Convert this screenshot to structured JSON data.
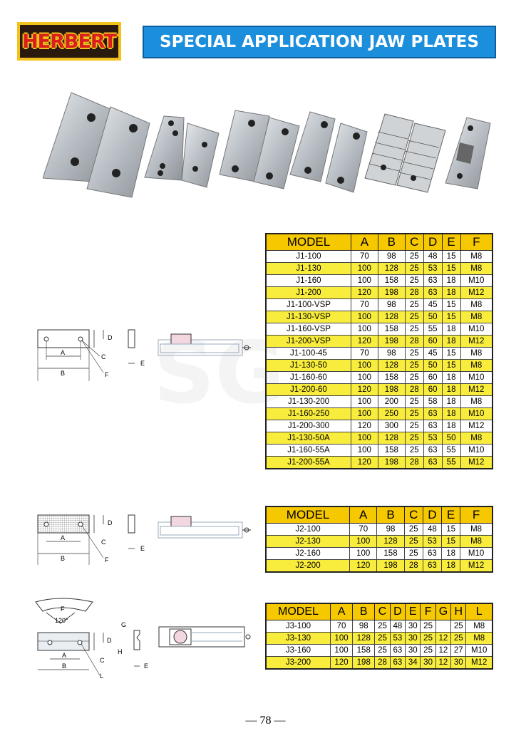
{
  "brand": {
    "logo_text": "HERBERT"
  },
  "header": {
    "title": "SPECIAL APPLICATION JAW PLATES"
  },
  "diagram_labels": {
    "A": "A",
    "B": "B",
    "C": "C",
    "D": "D",
    "E": "E",
    "F": "F",
    "G": "G",
    "H": "H",
    "L": "L",
    "angle": "120°"
  },
  "table1": {
    "headers": [
      "MODEL",
      "A",
      "B",
      "C",
      "D",
      "E",
      "F"
    ],
    "rows": [
      [
        "J1-100",
        "70",
        "98",
        "25",
        "48",
        "15",
        "M8"
      ],
      [
        "J1-130",
        "100",
        "128",
        "25",
        "53",
        "15",
        "M8"
      ],
      [
        "J1-160",
        "100",
        "158",
        "25",
        "63",
        "18",
        "M10"
      ],
      [
        "J1-200",
        "120",
        "198",
        "28",
        "63",
        "18",
        "M12"
      ],
      [
        "J1-100-VSP",
        "70",
        "98",
        "25",
        "45",
        "15",
        "M8"
      ],
      [
        "J1-130-VSP",
        "100",
        "128",
        "25",
        "50",
        "15",
        "M8"
      ],
      [
        "J1-160-VSP",
        "100",
        "158",
        "25",
        "55",
        "18",
        "M10"
      ],
      [
        "J1-200-VSP",
        "120",
        "198",
        "28",
        "60",
        "18",
        "M12"
      ],
      [
        "J1-100-45",
        "70",
        "98",
        "25",
        "45",
        "15",
        "M8"
      ],
      [
        "J1-130-50",
        "100",
        "128",
        "25",
        "50",
        "15",
        "M8"
      ],
      [
        "J1-160-60",
        "100",
        "158",
        "25",
        "60",
        "18",
        "M10"
      ],
      [
        "J1-200-60",
        "120",
        "198",
        "28",
        "60",
        "18",
        "M12"
      ],
      [
        "J1-130-200",
        "100",
        "200",
        "25",
        "58",
        "18",
        "M8"
      ],
      [
        "J1-160-250",
        "100",
        "250",
        "25",
        "63",
        "18",
        "M10"
      ],
      [
        "J1-200-300",
        "120",
        "300",
        "25",
        "63",
        "18",
        "M12"
      ],
      [
        "J1-130-50A",
        "100",
        "128",
        "25",
        "53",
        "50",
        "M8"
      ],
      [
        "J1-160-55A",
        "100",
        "158",
        "25",
        "63",
        "55",
        "M10"
      ],
      [
        "J1-200-55A",
        "120",
        "198",
        "28",
        "63",
        "55",
        "M12"
      ]
    ]
  },
  "table2": {
    "headers": [
      "MODEL",
      "A",
      "B",
      "C",
      "D",
      "E",
      "F"
    ],
    "rows": [
      [
        "J2-100",
        "70",
        "98",
        "25",
        "48",
        "15",
        "M8"
      ],
      [
        "J2-130",
        "100",
        "128",
        "25",
        "53",
        "15",
        "M8"
      ],
      [
        "J2-160",
        "100",
        "158",
        "25",
        "63",
        "18",
        "M10"
      ],
      [
        "J2-200",
        "120",
        "198",
        "28",
        "63",
        "18",
        "M12"
      ]
    ]
  },
  "table3": {
    "headers": [
      "MODEL",
      "A",
      "B",
      "C",
      "D",
      "E",
      "F",
      "G",
      "H",
      "L"
    ],
    "rows": [
      [
        "J3-100",
        "70",
        "98",
        "25",
        "48",
        "30",
        "25",
        "",
        "25",
        "M8"
      ],
      [
        "J3-130",
        "100",
        "128",
        "25",
        "53",
        "30",
        "25",
        "12",
        "25",
        "M8"
      ],
      [
        "J3-160",
        "100",
        "158",
        "25",
        "63",
        "30",
        "25",
        "12",
        "27",
        "M10"
      ],
      [
        "J3-200",
        "120",
        "198",
        "28",
        "63",
        "34",
        "30",
        "12",
        "30",
        "M12"
      ]
    ]
  },
  "footer": {
    "page_number": "— 78 —"
  }
}
